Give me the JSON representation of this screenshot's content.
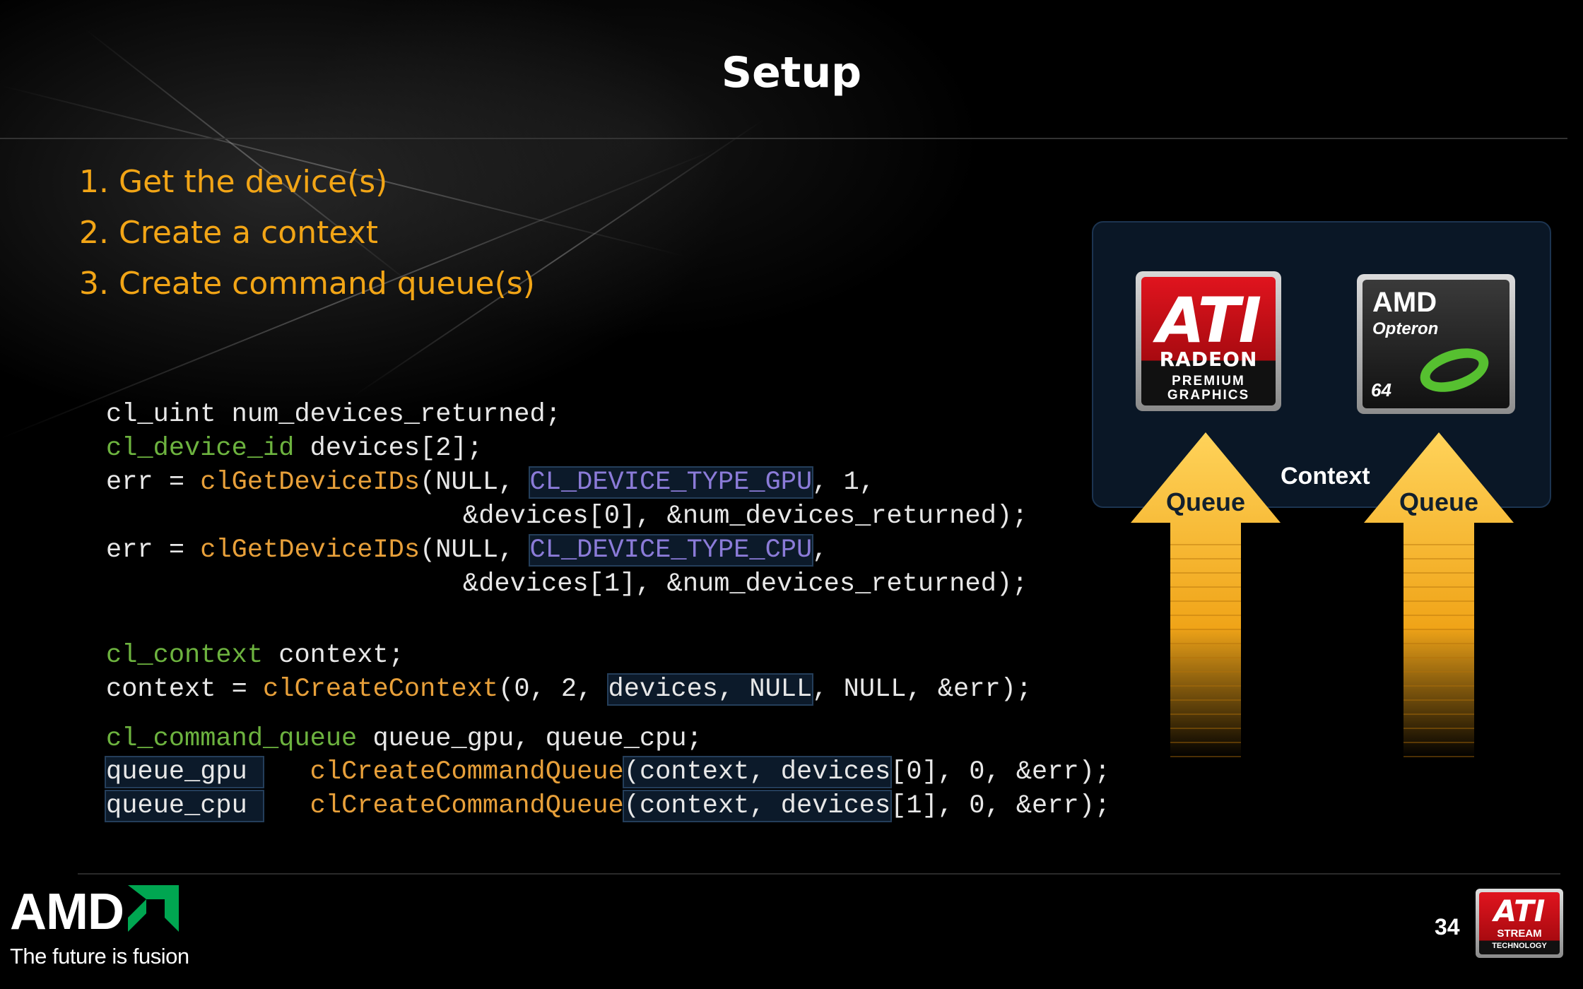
{
  "slide": {
    "title": "Setup",
    "bullets": [
      "1. Get the device(s)",
      "2. Create a context",
      "3. Create command queue(s)"
    ]
  },
  "code": {
    "l1": {
      "a": "cl_uint num_devices_returned;"
    },
    "l2": {
      "t": "cl_device_id",
      "b": " devices[2];"
    },
    "l3": {
      "a": "err = ",
      "f": "clGetDeviceIDs",
      "b": "(NULL, ",
      "c": "CL_DEVICE_TYPE_GPU",
      "d": ", 1,"
    },
    "l4": {
      "a": "&devices[0], &num_devices_returned);"
    },
    "l5": {
      "a": "err = ",
      "f": "clGetDeviceIDs",
      "b": "(NULL, ",
      "c": "CL_DEVICE_TYPE_CPU",
      "d": ","
    },
    "l6": {
      "a": "&devices[1], &num_devices_returned);"
    },
    "l7": {
      "t": "cl_context",
      "b": " context;"
    },
    "l8": {
      "a": "context = ",
      "f": "clCreateContext",
      "b": "(0, 2, ",
      "h": "devices, NULL",
      "d": ", NULL, &err);"
    },
    "l9": {
      "t": "cl_command_queue",
      "b": " queue_gpu, queue_cpu;"
    },
    "l10": {
      "h1": "queue_gpu ",
      "f": "clCreateCommandQueue",
      "h2": "(context, devices",
      "d": "[0], 0, &err);"
    },
    "l11": {
      "h1": "queue_cpu ",
      "f": "clCreateCommandQueue",
      "h2": "(context, devices",
      "d": "[1], 0, &err);"
    }
  },
  "diagram": {
    "context_label": "Context",
    "queue_label_left": "Queue",
    "queue_label_right": "Queue",
    "gpu_badge": {
      "brand": "ATI",
      "line1": "RADEON",
      "line2": "PREMIUM",
      "line3": "GRAPHICS"
    },
    "cpu_badge": {
      "brand": "AMD",
      "line1": "Opteron",
      "line2": "64"
    }
  },
  "footer": {
    "logo": "AMD",
    "tagline": "The future is fusion",
    "page_number": "34",
    "stream_badge": {
      "brand": "ATI",
      "line1": "STREAM",
      "line2": "TECHNOLOGY"
    }
  },
  "colors": {
    "bullet": "#f2a516",
    "type_keyword": "#6db33f",
    "function": "#e8a03a",
    "constant": "#8b7bd8",
    "arrow": "#f5b31a"
  }
}
